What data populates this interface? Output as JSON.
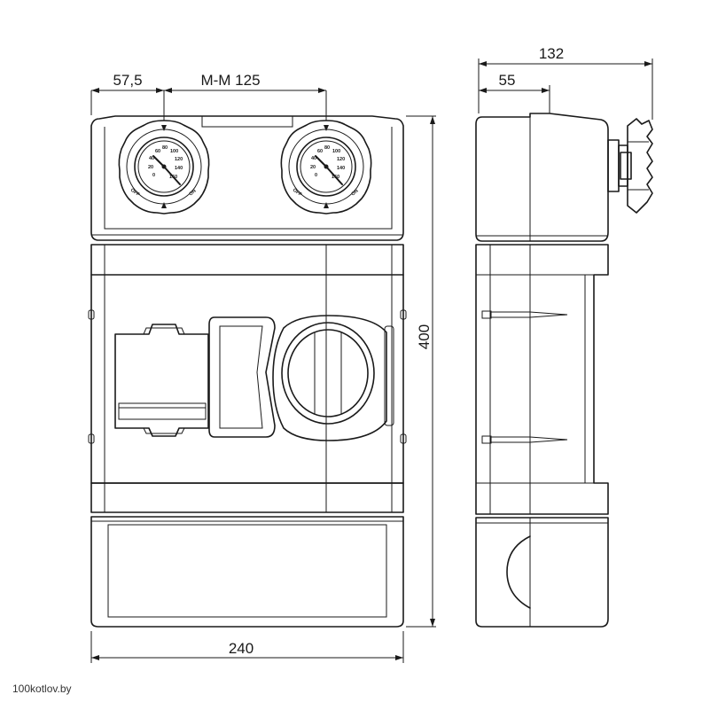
{
  "dimensions": {
    "left_offset": "57,5",
    "center_distance": "M-M 125",
    "height": "400",
    "width": "240",
    "depth_total": "132",
    "depth_body": "55"
  },
  "gauges": {
    "labels": [
      "OFF",
      "ON"
    ],
    "scale": [
      "0",
      "20",
      "40",
      "60",
      "80",
      "100",
      "120",
      "140",
      "160"
    ]
  },
  "watermark": "100kotlov.by"
}
